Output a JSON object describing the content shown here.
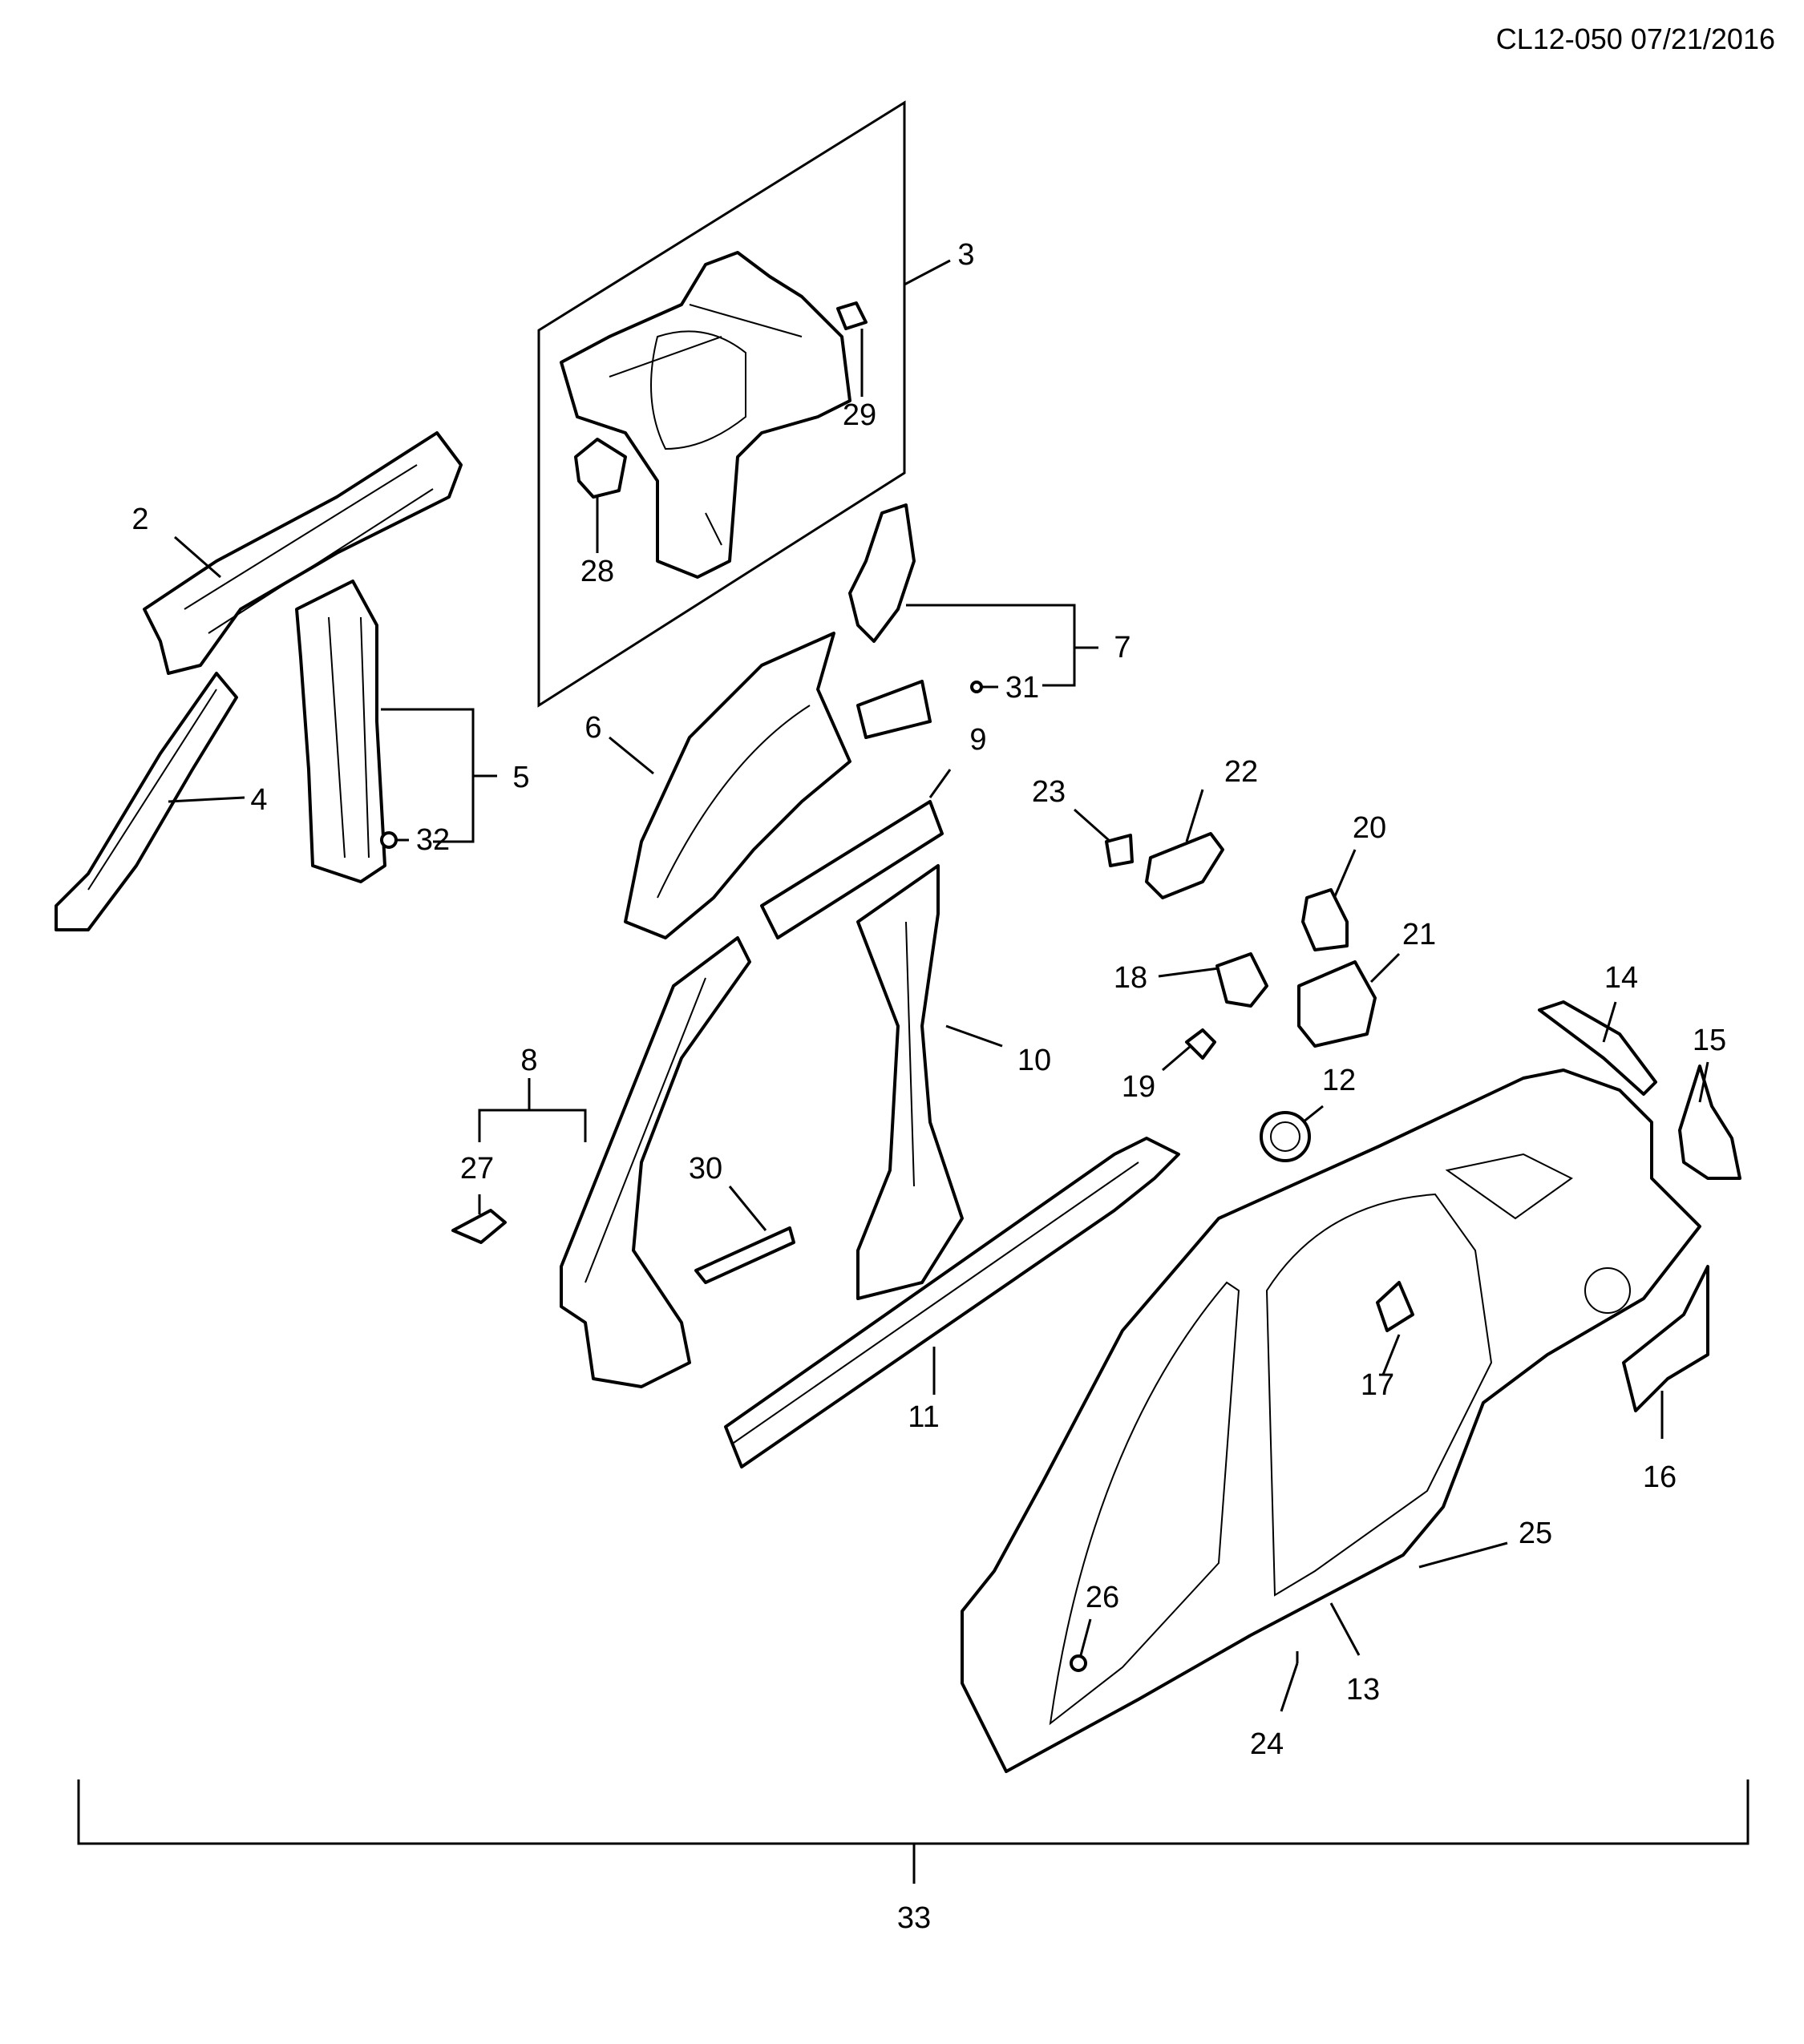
{
  "diagram_id": "CL12-050 07/21/2016",
  "callouts": {
    "c2": "2",
    "c3": "3",
    "c4": "4",
    "c5": "5",
    "c6": "6",
    "c7": "7",
    "c8": "8",
    "c9": "9",
    "c10": "10",
    "c11": "11",
    "c12": "12",
    "c13": "13",
    "c14": "14",
    "c15": "15",
    "c16": "16",
    "c17": "17",
    "c18": "18",
    "c19": "19",
    "c20": "20",
    "c21": "21",
    "c22": "22",
    "c23": "23",
    "c24": "24",
    "c25": "25",
    "c26": "26",
    "c27": "27",
    "c28": "28",
    "c29": "29",
    "c30": "30",
    "c31": "31",
    "c32": "32",
    "c33": "33"
  }
}
